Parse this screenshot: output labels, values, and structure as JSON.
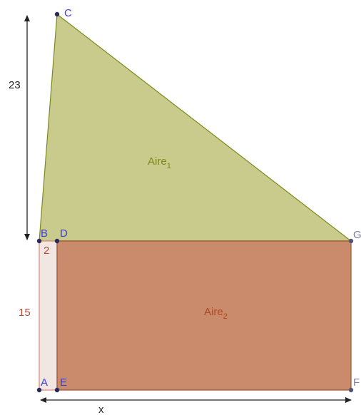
{
  "colors": {
    "triangle_fill": "#c9cb8c",
    "triangle_stroke": "#7a8a1a",
    "rect_fill": "#c98b6c",
    "rect_stroke": "#9a5030",
    "strip_fill": "#f1e6e2",
    "strip_stroke": "#d88a7a",
    "point_color": "#2a2a5a",
    "arrow_color": "#222222"
  },
  "points": {
    "A": "A",
    "B": "B",
    "C": "C",
    "D": "D",
    "E": "E",
    "F": "F",
    "G": "G"
  },
  "dimensions": {
    "height_triangle": "23",
    "height_rectangle": "15",
    "strip_width": "2",
    "base": "x"
  },
  "areas": {
    "triangle_name": "Aire",
    "triangle_index": "1",
    "rectangle_name": "Aire",
    "rectangle_index": "2"
  }
}
